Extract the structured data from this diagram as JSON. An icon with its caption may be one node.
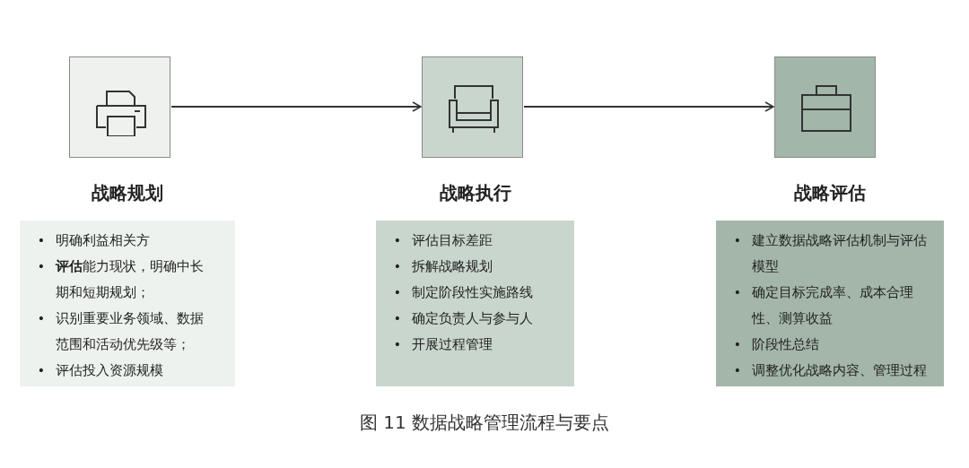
{
  "diagram": {
    "caption": "图 11 数据战略管理流程与要点",
    "nodes": [
      {
        "text": [],
        "shape": "box"
      },
      {
        "text": [
          "战略规划",
          "•",
          "明确利益相关方",
          "•",
          "**评估**能力现状，明确中长期和短期规划；",
          "•",
          "识别重要业务领域、数据范围和活动优先级等；",
          "•",
          "评估投入资源规模"
        ]
      },
      {
        "text": [],
        "shape": "box"
      },
      {
        "text": [
          "战略执行",
          "•",
          "评估目标差距",
          "•",
          "拆解战略规划",
          "•",
          "制定阶段性实施路线",
          "•",
          "确定负责人与参与人",
          "•",
          "开展过程管理"
        ]
      },
      {
        "text": [],
        "shape": "box"
      },
      {
        "text": [
          "战略评估",
          "•",
          "建立数据战略评估机制与评估模型",
          "•",
          "确定目标完成率、成本合理性、测算收益",
          "•",
          "阶段性总结",
          "•",
          "调整优化战略内容、管理过程"
        ]
      }
    ],
    "edges": [
      {
        "from": 0,
        "to": 2,
        "arrow": "to"
      },
      {
        "from": 2,
        "to": 4,
        "arrow": "to"
      }
    ]
  }
}
